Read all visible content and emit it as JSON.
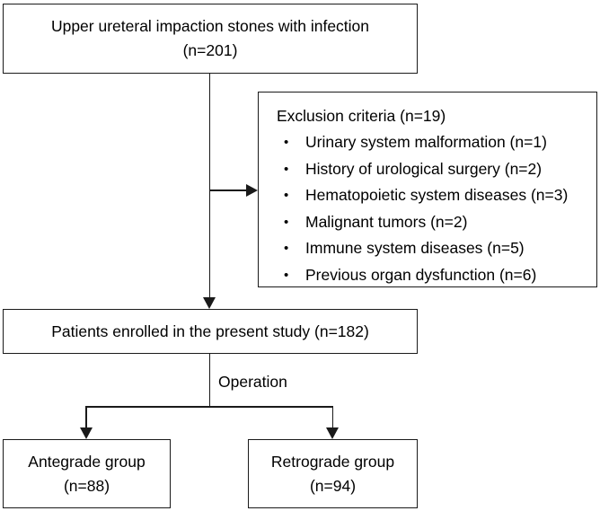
{
  "diagram": {
    "type": "flowchart",
    "title": "Patient enrollment and group allocation flow diagram",
    "colors": {
      "background": "#ffffff",
      "stroke": "#1a1a1a",
      "text": "#000000"
    },
    "nodes": {
      "source_population": {
        "line1": "Upper ureteral impaction stones with infection",
        "line2": "(n=201)",
        "count": 201
      },
      "enrolled": {
        "line1": "Patients enrolled in the present study (n=182)",
        "count": 182
      },
      "antegrade_group": {
        "line1": "Antegrade group",
        "line2": "(n=88)",
        "count": 88
      },
      "retrograde_group": {
        "line1": "Retrograde group",
        "line2": "(n=94)",
        "count": 94
      },
      "exclusion": {
        "heading": "Exclusion criteria (n=19)",
        "total": 19,
        "bullet_glyph": "•",
        "items": [
          {
            "label": "Urinary system malformation (n=1)",
            "count": 1
          },
          {
            "label": "History of urological surgery (n=2)",
            "count": 2
          },
          {
            "label": "Hematopoietic system diseases (n=3)",
            "count": 3
          },
          {
            "label": "Malignant tumors (n=2)",
            "count": 2
          },
          {
            "label": "Immune system diseases (n=5)",
            "count": 5
          },
          {
            "label": "Previous organ dysfunction (n=6)",
            "count": 6
          }
        ]
      }
    },
    "edges": {
      "operation_label": "Operation"
    }
  }
}
